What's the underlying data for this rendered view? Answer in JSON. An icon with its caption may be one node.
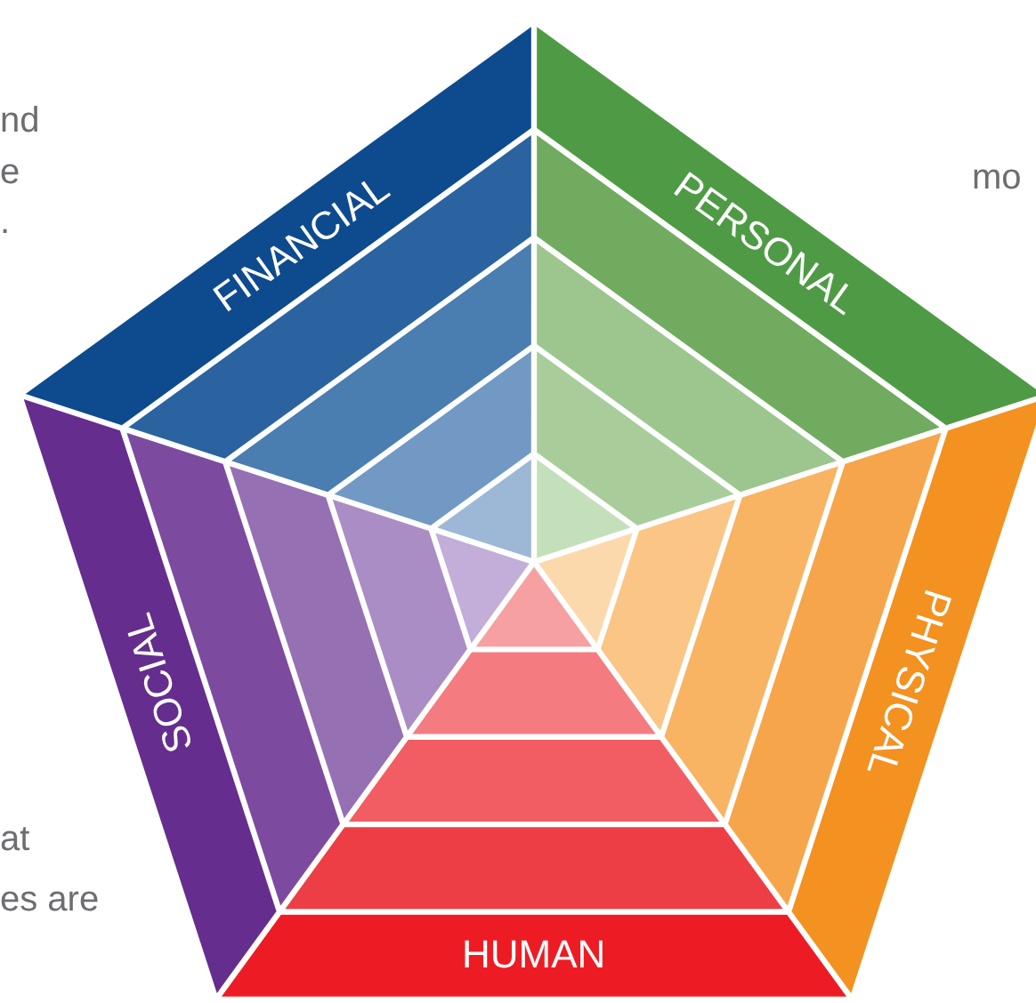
{
  "diagram": {
    "nodes": [
      {
        "text": [
          "FINANCIAL"
        ]
      },
      {
        "text": [
          "PERSONAL"
        ]
      },
      {
        "text": [
          "SOCIAL"
        ]
      },
      {
        "text": [
          "PHYSICAL"
        ]
      },
      {
        "text": [
          "HUMAN"
        ]
      },
      {
        "text": [],
        "shape": "band"
      },
      {
        "text": [],
        "shape": "band"
      },
      {
        "text": [],
        "shape": "band"
      },
      {
        "text": [],
        "shape": "band"
      },
      {
        "text": [],
        "shape": "band"
      },
      {
        "text": [],
        "shape": "band"
      },
      {
        "text": [],
        "shape": "band"
      },
      {
        "text": [],
        "shape": "band"
      },
      {
        "text": [],
        "shape": "band"
      },
      {
        "text": [],
        "shape": "band"
      },
      {
        "text": [],
        "shape": "band"
      },
      {
        "text": [],
        "shape": "band"
      },
      {
        "text": [],
        "shape": "band"
      },
      {
        "text": [],
        "shape": "band"
      },
      {
        "text": [],
        "shape": "band"
      },
      {
        "text": [],
        "shape": "band"
      },
      {
        "text": [],
        "shape": "band"
      },
      {
        "text": [],
        "shape": "band"
      },
      {
        "text": [],
        "shape": "band"
      },
      {
        "text": [],
        "shape": "band"
      }
    ],
    "labels": [
      "nd",
      "e",
      ".",
      "mo",
      "at",
      "es are"
    ]
  }
}
